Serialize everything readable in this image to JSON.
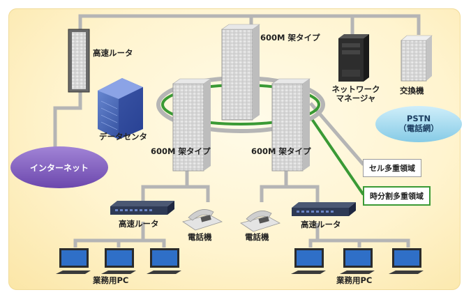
{
  "labels": {
    "router_top": "高速ルータ",
    "rack_top": "600M 架タイプ",
    "network_manager": "ネットワーク\nマネージャ",
    "exchange": "交換機",
    "datacenter": "データセンタ",
    "pstn": "PSTN\n（電話網）",
    "internet": "インターネット",
    "rack_left": "600M 架タイプ",
    "rack_right": "600M 架タイプ",
    "cell_region": "セル多重領域",
    "tdm_region": "時分割多重領域",
    "router_left": "高速ルータ",
    "phone_left": "電話機",
    "phone_right": "電話機",
    "router_right": "高速ルータ",
    "pc_left": "業務用PC",
    "pc_right": "業務用PC"
  },
  "colors": {
    "ring_green": "#3a9a35",
    "ring_gray": "#b5b5b5",
    "line_gray": "#b5b5b5",
    "internet": "#8a66c2",
    "pstn": "#a9def2"
  }
}
